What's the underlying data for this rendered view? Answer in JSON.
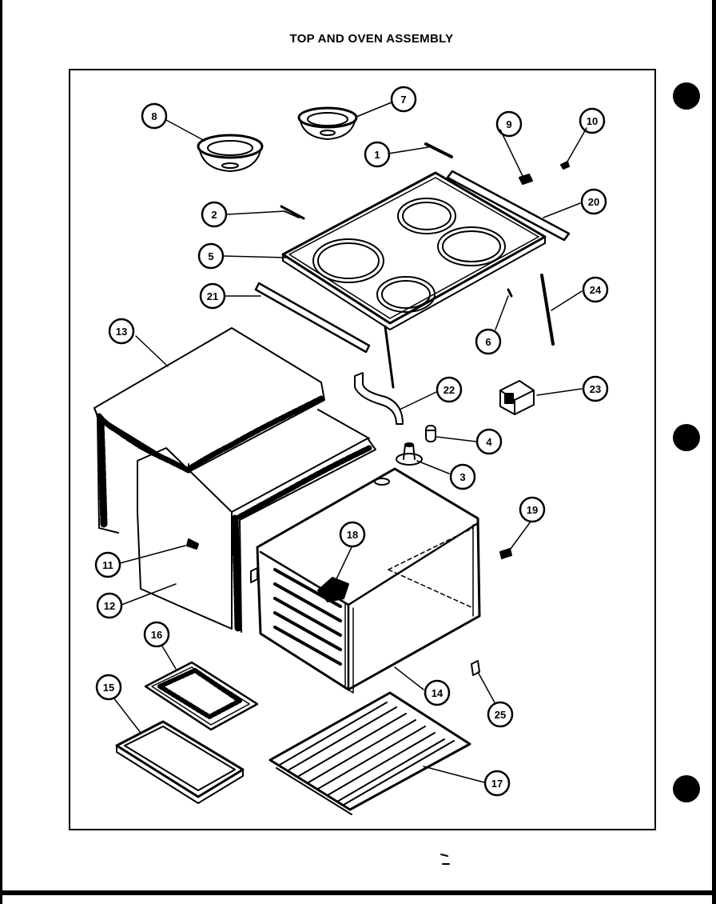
{
  "page": {
    "title": "TOP AND OVEN ASSEMBLY"
  },
  "callouts": [
    "1",
    "2",
    "3",
    "4",
    "5",
    "6",
    "7",
    "8",
    "9",
    "10",
    "11",
    "12",
    "13",
    "14",
    "15",
    "16",
    "17",
    "18",
    "19",
    "20",
    "21",
    "22",
    "23",
    "24",
    "25"
  ],
  "colors": {
    "ink": "#000000",
    "paper": "#ffffff"
  }
}
